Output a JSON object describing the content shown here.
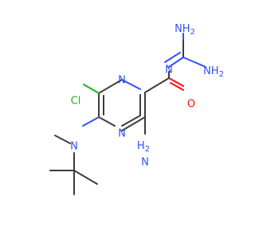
{
  "colors": {
    "carbon_bond": "#3c3c3c",
    "nitrogen": "#3050f8",
    "oxygen": "#ff0d0d",
    "chlorine": "#1fb01f",
    "background": "#ffffff"
  },
  "atoms": {
    "amidine_nh2_top": {
      "main": "NH",
      "sub": "2"
    },
    "amidine_nh2_right": {
      "main": "NH",
      "sub": "2"
    },
    "imine_n": {
      "main": "N"
    },
    "carbonyl_o": {
      "main": "O"
    },
    "ring_n_top": {
      "main": "N"
    },
    "ring_n_bottom": {
      "main": "N"
    },
    "chloro": {
      "main": "Cl"
    },
    "amine_n": {
      "main": "N"
    },
    "amino_nh2": {
      "main": "H",
      "sub": "2",
      "tail": "N"
    }
  }
}
